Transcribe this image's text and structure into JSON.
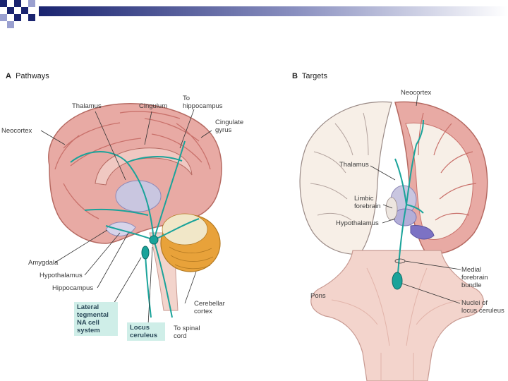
{
  "panel_a": {
    "letter": "A",
    "title": "Pathways"
  },
  "panel_b": {
    "letter": "B",
    "title": "Targets"
  },
  "pathways_labels": {
    "thalamus": "Thalamus",
    "cingulum": "Cingulum",
    "to_hippocampus": "To\nhippocampus",
    "cingulate_gyrus": "Cingulate\ngyrus",
    "neocortex": "Neocortex",
    "amygdala": "Amygdala",
    "hypothalamus": "Hypothalamus",
    "hippocampus": "Hippocampus",
    "lateral_tegmental": "Lateral\ntegmental\nNA cell\nsystem",
    "locus_ceruleus": "Locus\nceruleus",
    "to_spinal_cord": "To spinal\ncord",
    "cerebellar_cortex": "Cerebellar\ncortex"
  },
  "targets_labels": {
    "neocortex": "Neocortex",
    "thalamus": "Thalamus",
    "limbic_forebrain": "Limbic\nforebrain",
    "hypothalamus": "Hypothalamus",
    "pons": "Pons",
    "medial_forebrain_bundle": "Medial\nforebrain\nbundle",
    "nuclei_locus_ceruleus": "Nuclei of\nlocus ceruleus"
  },
  "colors": {
    "pathway": "#1aa39a",
    "brain": "#e8aaa4",
    "gyri": "#c9716b",
    "cerebellum": "#e8a23a",
    "thalamus": "#c9c6e0",
    "brainstem": "#f3d4cc",
    "box": "#cfeee8"
  }
}
